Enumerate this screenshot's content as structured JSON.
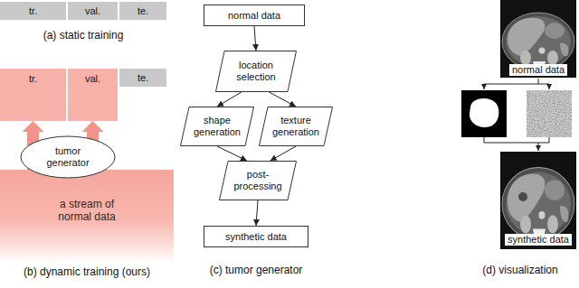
{
  "diagram": {
    "nodes": [
      {
        "text": [
          "tr."
        ]
      },
      {
        "text": [
          "val."
        ]
      },
      {
        "text": [
          "te."
        ]
      },
      {
        "text": [
          "tr."
        ]
      },
      {
        "text": [
          "val."
        ]
      },
      {
        "text": [
          "te."
        ]
      },
      {
        "text": [
          "tumor generator"
        ]
      },
      {
        "text": [
          "a stream of normal data"
        ]
      },
      {
        "text": [
          "normal data"
        ]
      },
      {
        "text": [
          "location selection"
        ]
      },
      {
        "text": [
          "shape generation"
        ]
      },
      {
        "text": [
          "texture generation"
        ]
      },
      {
        "text": [
          "post-processing"
        ]
      },
      {
        "text": [
          "synthetic data"
        ]
      }
    ],
    "edges": [
      {
        "from": 7,
        "to": 3,
        "arrow": "to"
      },
      {
        "from": 7,
        "to": 4,
        "arrow": "to"
      },
      {
        "from": 8,
        "to": 9,
        "arrow": "to"
      },
      {
        "from": 9,
        "to": 10,
        "arrow": "to"
      },
      {
        "from": 9,
        "to": 11,
        "arrow": "to"
      },
      {
        "from": 10,
        "to": 12,
        "arrow": "to"
      },
      {
        "from": 11,
        "to": 12,
        "arrow": "to"
      },
      {
        "from": 12,
        "to": 13,
        "arrow": "to"
      }
    ],
    "labels": [
      "(a) static training",
      "(b) dynamic training (ours)",
      "(c) tumor generator",
      "normal data",
      "synthetic data",
      "(d) visualization"
    ]
  }
}
